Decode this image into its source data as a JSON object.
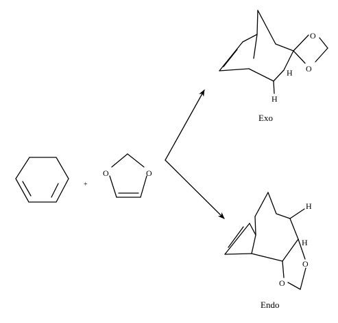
{
  "reactants": {
    "plus": "+",
    "dioxole": {
      "o_left": "O",
      "o_right": "O"
    }
  },
  "exo_product": {
    "label": "Exo",
    "o_top": "O",
    "o_bottom": "O",
    "h_upper": "H",
    "h_lower": "H"
  },
  "endo_product": {
    "label": "Endo",
    "h_top": "H",
    "h_lower": "H",
    "o_right": "O",
    "o_bottom": "O"
  }
}
